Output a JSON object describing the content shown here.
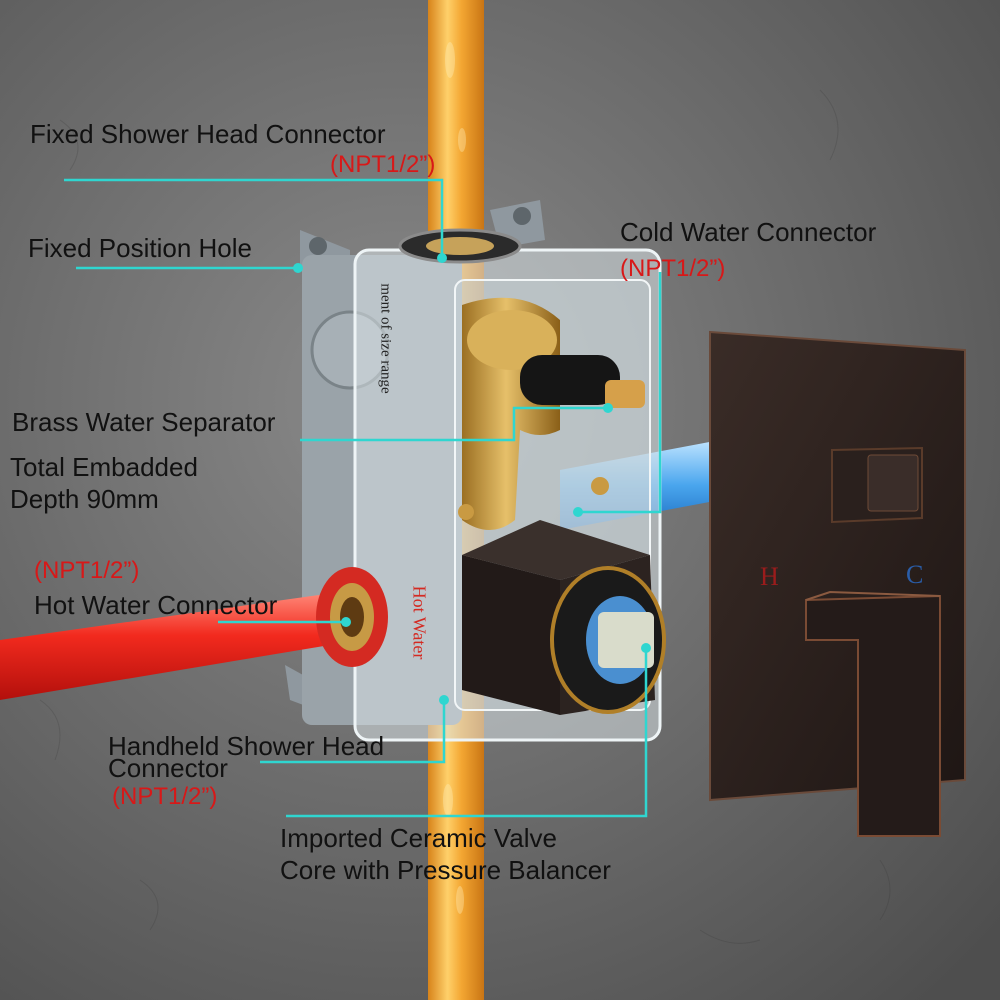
{
  "labels": {
    "fixed_shower_head": "Fixed Shower Head Connector",
    "fixed_shower_head_spec": "(NPT1/2”)",
    "fixed_position_hole": "Fixed Position Hole",
    "cold_water": "Cold Water Connector",
    "cold_water_spec": "(NPT1/2”)",
    "brass_separator": "Brass Water Separator",
    "depth_line1": "Total Embadded",
    "depth_line2": "Depth 90mm",
    "hot_water_spec": "(NPT1/2”)",
    "hot_water": "Hot Water Connector",
    "handheld_line1": "Handheld Shower Head",
    "handheld_line2": "Connector",
    "handheld_spec": "(NPT1/2”)",
    "ceramic_line1": "Imported Ceramic Valve",
    "ceramic_line2": "Core with Pressure Balancer"
  },
  "box_text": {
    "size_range": "ment of size range",
    "hot_water": "Hot Water"
  },
  "trim_plate": {
    "hot_mark": "H",
    "cold_mark": "C"
  },
  "colors": {
    "callout_line": "#2fd6d0",
    "spec_red": "#d81818",
    "hot_pipe": "#e8261e",
    "cold_pipe": "#4aa6ee",
    "vertical_pipe": "#f0a02a",
    "brass": "#c8a24a",
    "trim_bronze": "#2a1f1c"
  }
}
